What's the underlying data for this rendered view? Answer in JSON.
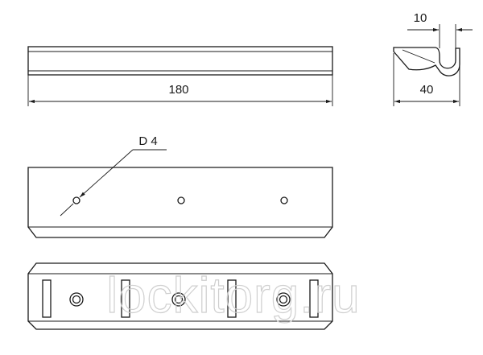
{
  "dimensions": {
    "length": "180",
    "thickness": "10",
    "depth": "40",
    "hole": "D 4"
  },
  "watermark": "lockitorg.ru"
}
